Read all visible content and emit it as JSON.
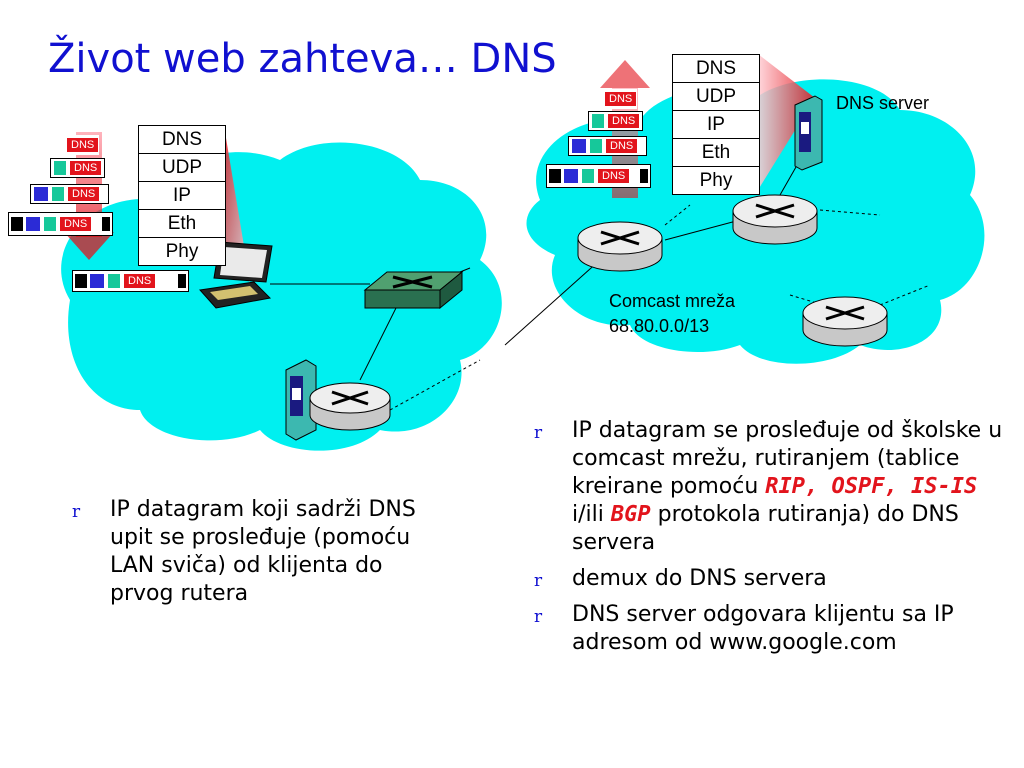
{
  "title": "Život web zahteva… DNS",
  "stack_labels": [
    "DNS",
    "UDP",
    "IP",
    "Eth",
    "Phy"
  ],
  "frame_label": "DNS",
  "dns_server_label": "DNS server",
  "network_label_line1": "Comcast mreža",
  "network_label_line2": "68.80.0.0/13",
  "colors": {
    "cloud": "#00f0f0",
    "title": "#1010d0",
    "highlight": "#e2141c",
    "green": "#16c89a",
    "blue": "#2b2bd6"
  },
  "left_bullets": [
    {
      "marker": "r",
      "text": "IP datagram koji sadrži DNS upit se prosleđuje (pomoću LAN sviča) od klijenta do prvog rutera"
    }
  ],
  "right_bullets": [
    {
      "marker": "r",
      "text_a": "IP datagram se prosleđuje od školske u comcast mrežu, rutiranjem (tablice kreirane pomoću ",
      "em1": "RIP, OSPF, IS-IS",
      "text_b": " i/ili ",
      "em2": "BGP",
      "text_c": " protokola rutiranja) do DNS servera"
    },
    {
      "marker": "r",
      "text": "demux do DNS servera"
    },
    {
      "marker": "r",
      "text": "DNS server odgovara klijentu sa IP adresom od  www.google.com"
    }
  ]
}
